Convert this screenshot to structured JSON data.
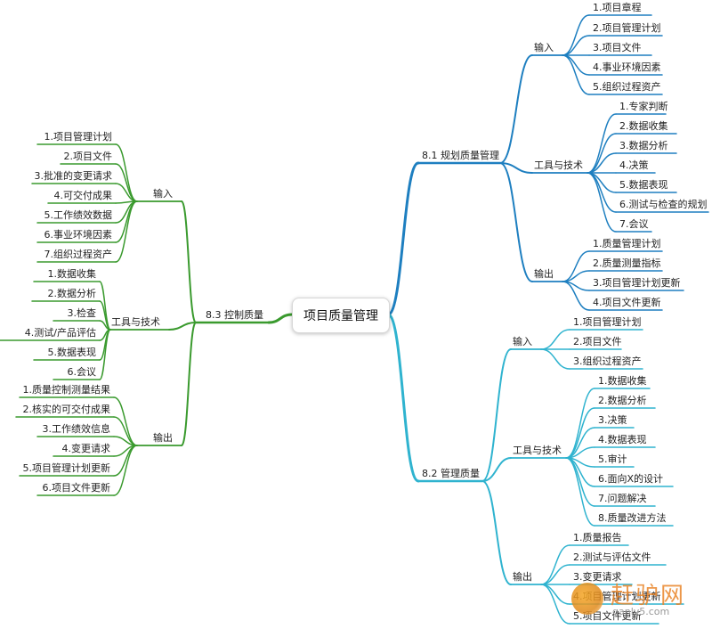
{
  "root": "项目质量管理",
  "colors": {
    "blue": "#1e7fc0",
    "cyan": "#2fb3cf",
    "green": "#3a9a2e"
  },
  "branches": {
    "b81": {
      "title": "8.1 规划质量管理",
      "input": {
        "label": "输入",
        "items": [
          "1.项目章程",
          "2.项目管理计划",
          "3.项目文件",
          "4.事业环境因素",
          "5.组织过程资产"
        ]
      },
      "tools": {
        "label": "工具与技术",
        "items": [
          "1.专家判断",
          "2.数据收集",
          "3.数据分析",
          "4.决策",
          "5.数据表现",
          "6.测试与检查的规划",
          "7.会议"
        ]
      },
      "output": {
        "label": "输出",
        "items": [
          "1.质量管理计划",
          "2.质量测量指标",
          "3.项目管理计划更新",
          "4.项目文件更新"
        ]
      }
    },
    "b82": {
      "title": "8.2 管理质量",
      "input": {
        "label": "输入",
        "items": [
          "1.项目管理计划",
          "2.项目文件",
          "3.组织过程资产"
        ]
      },
      "tools": {
        "label": "工具与技术",
        "items": [
          "1.数据收集",
          "2.数据分析",
          "3.决策",
          "4.数据表现",
          "5.审计",
          "6.面向X的设计",
          "7.问题解决",
          "8.质量改进方法"
        ]
      },
      "output": {
        "label": "输出",
        "items": [
          "1.质量报告",
          "2.测试与评估文件",
          "3.变更请求",
          "4.项目管理计划更新",
          "5.项目文件更新"
        ]
      }
    },
    "b83": {
      "title": "8.3 控制质量",
      "input": {
        "label": "输入",
        "items": [
          "1.项目管理计划",
          "2.项目文件",
          "3.批准的变更请求",
          "4.可交付成果",
          "5.工作绩效数据",
          "6.事业环境因素",
          "7.组织过程资产"
        ]
      },
      "tools": {
        "label": "工具与技术",
        "items": [
          "1.数据收集",
          "2.数据分析",
          "3.检查",
          "4.测试/产品评估",
          "5.数据表现",
          "6.会议"
        ]
      },
      "output": {
        "label": "输出",
        "items": [
          "1.质量控制测量结果",
          "2.核实的可交付成果",
          "3.工作绩效信息",
          "4.变更请求",
          "5.项目管理计划更新",
          "6.项目文件更新"
        ]
      }
    }
  },
  "watermark": {
    "text": "赶驴网",
    "url": "ganlv5.com"
  }
}
